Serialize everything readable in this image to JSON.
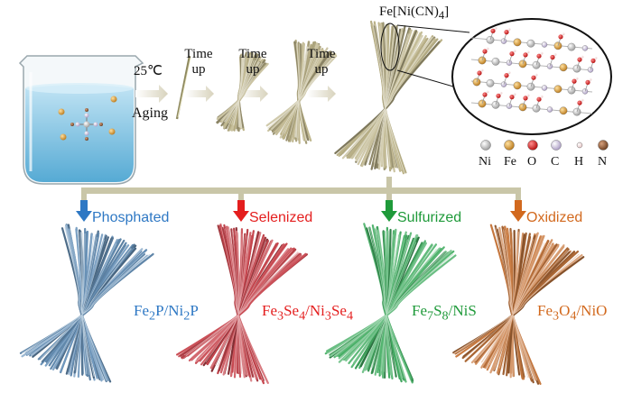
{
  "conditions": {
    "temperature": "25℃",
    "aging": "Aging"
  },
  "steps": [
    {
      "line1": "Time",
      "line2": "up"
    },
    {
      "line1": "Time",
      "line2": "up"
    },
    {
      "line1": "Time",
      "line2": "up"
    }
  ],
  "precursor": {
    "formula_html": "Fe[Ni(CN)<sub>4</sub>]"
  },
  "legend": [
    {
      "label": "Ni",
      "color": "#b8b8b8"
    },
    {
      "label": "Fe",
      "color": "#c8912a"
    },
    {
      "label": "O",
      "color": "#d81b1b"
    },
    {
      "label": "C",
      "color": "#b9a9cc"
    },
    {
      "label": "H",
      "color": "#f3d9d9"
    },
    {
      "label": "N",
      "color": "#8a5a3a"
    }
  ],
  "products": [
    {
      "treatment": "Phosphated",
      "formula_html": "Fe<sub>2</sub>P/Ni<sub>2</sub>P",
      "color": "#2e78c4",
      "bundle_color": "#6a94bb"
    },
    {
      "treatment": "Selenized",
      "formula_html": "Fe<sub>3</sub>Se<sub>4</sub>/Ni<sub>3</sub>Se<sub>4</sub>",
      "color": "#e41e1e",
      "bundle_color": "#c8474f"
    },
    {
      "treatment": "Sulfurized",
      "formula_html": "Fe<sub>7</sub>S<sub>8</sub>/NiS",
      "color": "#1f9a3a",
      "bundle_color": "#43ad62"
    },
    {
      "treatment": "Oxidized",
      "formula_html": "Fe<sub>3</sub>O<sub>4</sub>/NiO",
      "color": "#d2691e",
      "bundle_color": "#c97a40"
    }
  ]
}
